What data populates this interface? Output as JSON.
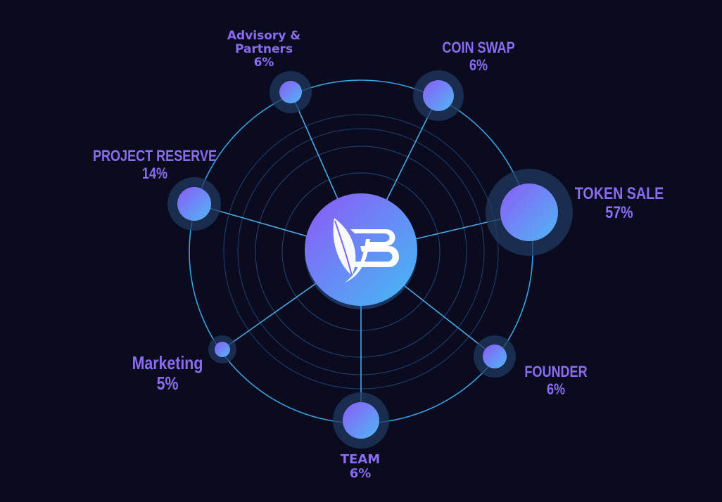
{
  "diagram": {
    "center": {
      "logo_icon": "leaf-b-logo-icon"
    },
    "segments": [
      {
        "id": "advisory",
        "name": "Advisory &\nPartners",
        "percent": "6%",
        "value": 6
      },
      {
        "id": "coin-swap",
        "name": "COIN SWAP",
        "percent": "6%",
        "value": 6
      },
      {
        "id": "project-reserve",
        "name": "PROJECT RESERVE",
        "percent": "14%",
        "value": 14
      },
      {
        "id": "token-sale",
        "name": "TOKEN SALE",
        "percent": "57%",
        "value": 57
      },
      {
        "id": "marketing",
        "name": "Marketing",
        "percent": "5%",
        "value": 5
      },
      {
        "id": "founder",
        "name": "FOUNDER",
        "percent": "6%",
        "value": 6
      },
      {
        "id": "team",
        "name": "TEAM",
        "percent": "6%",
        "value": 6
      }
    ],
    "colors": {
      "background": "#0a0b1f",
      "ring": "#3aa0e0",
      "label": "#8a6cf2",
      "node_start": "#8b5cf6",
      "node_end": "#4fb6f5"
    }
  }
}
